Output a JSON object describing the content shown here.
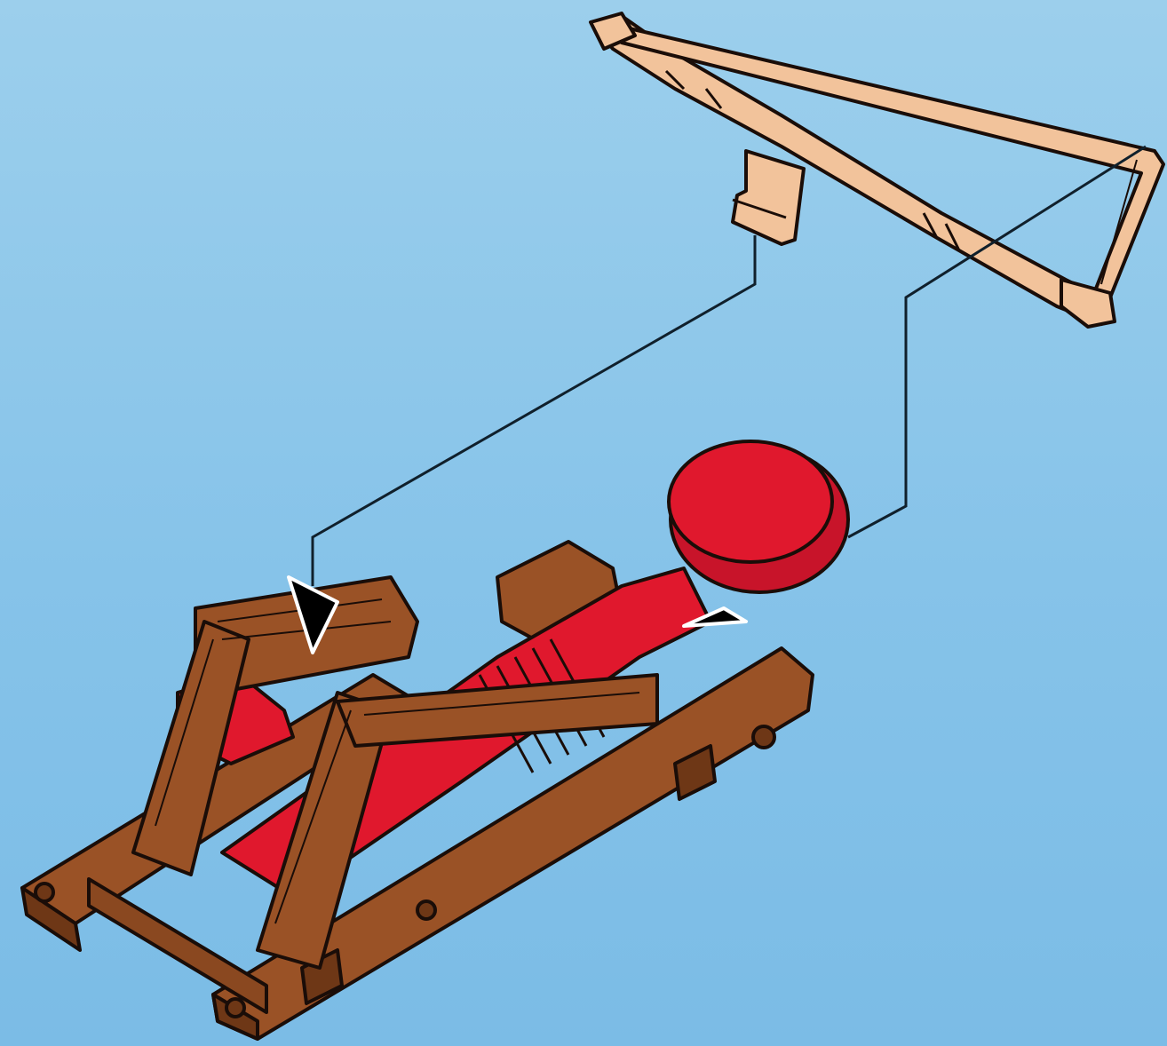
{
  "diagram": {
    "kind": "assembly-instruction",
    "parts": [
      {
        "name": "crossbow-bow",
        "color": "#f2c39b"
      },
      {
        "name": "catapult-frame",
        "color": "#9a5226"
      },
      {
        "name": "throwing-arm",
        "color": "#e0182d"
      }
    ],
    "connector_lines": 2,
    "insert_arrows": 2
  },
  "colors": {
    "background_top": "#9ccfec",
    "background_bottom": "#7bbce6",
    "bow": "#f2c39b",
    "wood": "#9a5226",
    "wood_dark": "#6e3716",
    "arm": "#e0182d",
    "outline": "#1a0d08"
  }
}
